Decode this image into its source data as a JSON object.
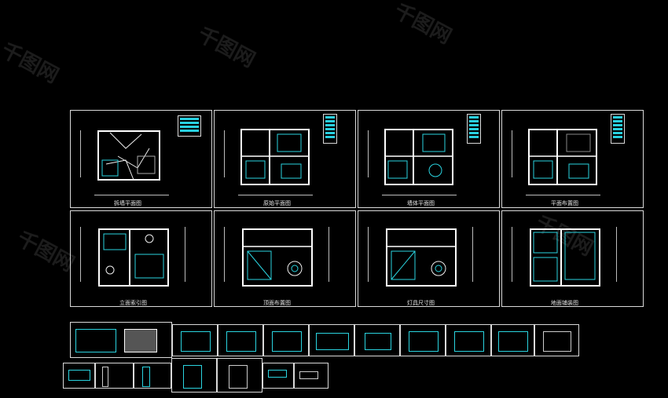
{
  "watermark": {
    "text": "千图网"
  },
  "sheets_row1": [
    {
      "caption": "拆墙平面图"
    },
    {
      "caption": "原始平面图"
    },
    {
      "caption": "墙体平面图"
    },
    {
      "caption": "平面布置图"
    }
  ],
  "sheets_row2": [
    {
      "caption": "立面索引图"
    },
    {
      "caption": "顶面布置图"
    },
    {
      "caption": "灯具尺寸图"
    },
    {
      "caption": "地面铺装图"
    }
  ],
  "colors": {
    "background": "#000000",
    "frame": "#d9d9d9",
    "linework": "#29d0e0",
    "walls": "#ffffff"
  }
}
